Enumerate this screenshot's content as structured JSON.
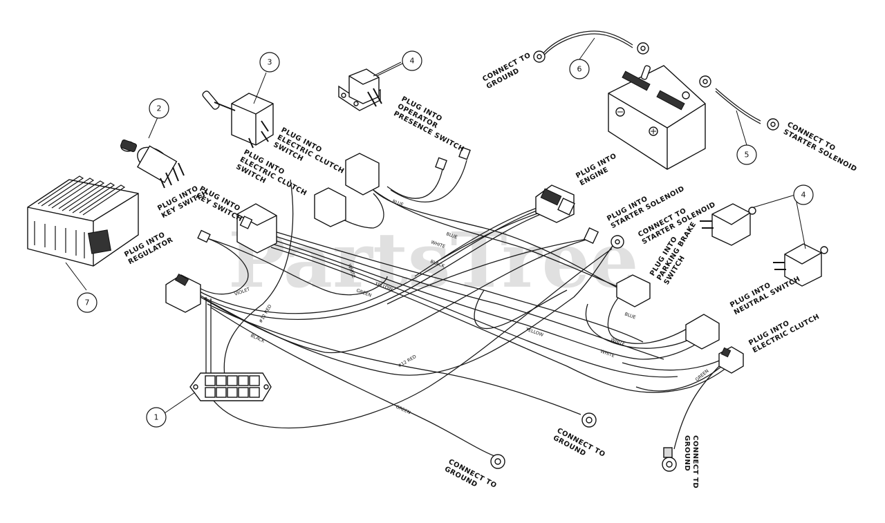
{
  "watermark": "PartsTree",
  "callouts": [
    "1",
    "2",
    "3",
    "4",
    "5",
    "6",
    "7"
  ],
  "labels": {
    "plug_regulator": [
      "PLUG INTO",
      "REGULATOR"
    ],
    "plug_key1": [
      "PLUG INTO",
      "KEY SWITCH"
    ],
    "plug_key2": [
      "PLUG INTO",
      "KEY SWITCH"
    ],
    "plug_clutch_sw1": [
      "PLUG INTO",
      "ELECTRIC CLUTCH",
      "SWITCH"
    ],
    "plug_clutch_sw2": [
      "PLUG INTO",
      "ELECTRIC CLUTCH",
      "SWITCH"
    ],
    "plug_operator": [
      "PLUG INTO",
      "OPERATOR",
      "PRESENCE SWITCH"
    ],
    "connect_ground_top": [
      "CONNECT TO",
      "GROUND"
    ],
    "connect_starter_top": [
      "CONNECT TO",
      "STARTER SOLENOID"
    ],
    "plug_engine": [
      "PLUG INTO",
      "ENGINE"
    ],
    "plug_starter": [
      "PLUG INTO",
      "STARTER SOLENOID"
    ],
    "connect_starter_mid": [
      "CONNECT TO",
      "STARTER SOLENOID"
    ],
    "plug_parking": [
      "PLUG INTO",
      "PARKING BRAKE",
      "SWITCH"
    ],
    "plug_neutral": [
      "PLUG INTO",
      "NEUTRAL SWITCH"
    ],
    "plug_clutch": [
      "PLUG INTO",
      "ELECTRIC CLUTCH"
    ],
    "connect_ground_1": [
      "CONNECT TO",
      "GROUND"
    ],
    "connect_ground_2": [
      "CONNECT TO",
      "GROUND"
    ],
    "connect_ground_3": [
      "CONNECT TD",
      "GROUND"
    ]
  },
  "wire_labels": {
    "blue1": "BLUE",
    "blue2": "BLUE",
    "white1": "WHITE",
    "white2": "WHITE",
    "black1": "BLACK",
    "yellow1": "YELLOW",
    "green1": "GREEN",
    "violet": "VIOLET",
    "red1": "#12 RED",
    "black2": "BLACK",
    "yellow2": "YELLOW",
    "red2": "#12 RED",
    "green2": "GREEN",
    "blue3": "BLUE",
    "white3": "WHITE",
    "white4": "WHITE",
    "green3": "GREEN"
  }
}
